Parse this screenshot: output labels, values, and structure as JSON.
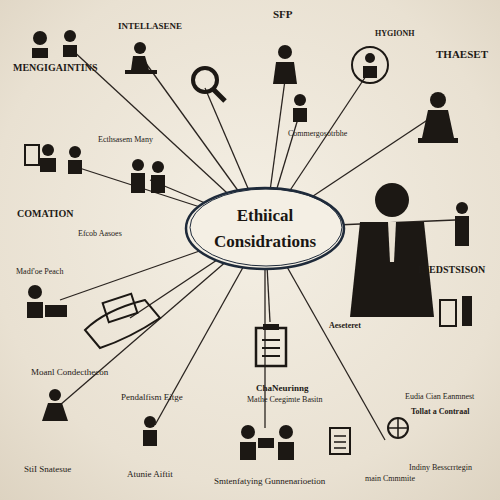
{
  "diagram": {
    "nodes": [
      {
        "text": [
          "Ethiical Considrations"
        ]
      }
    ],
    "labels": [
      "MENGIGAINTINS",
      "INTELLASENE",
      "SFP",
      "HYGIONH",
      "THAESET",
      "Ecthsasem Many",
      "Commergosotrbhe",
      "COMATION",
      "Efcob Aasoes",
      "Madf'oe Peach",
      "Aeseteret",
      "RIEDSTSISON",
      "Moanl Condecthecon",
      "StiI Snatesue",
      "Pendalfism Eitge",
      "Atunie Aiftit",
      "ChaNeurinng",
      "Mathe Ceegimte Basitn",
      "Smtenfatying Gunnenarioetion",
      "main Cmmmite",
      "Indiny Besscrrtegin",
      "Tollat a Contraal",
      "Eudia Cian Eanmnest"
    ]
  }
}
